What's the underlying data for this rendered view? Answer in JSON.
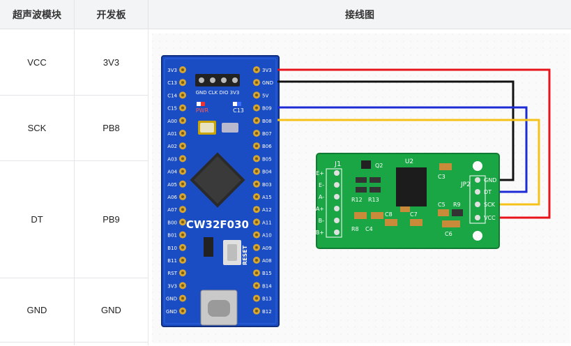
{
  "table": {
    "headers": [
      "超声波模块",
      "开发板",
      "接线图"
    ],
    "rows": [
      {
        "module": "VCC",
        "board": "3V3"
      },
      {
        "module": "SCK",
        "board": "PB8"
      },
      {
        "module": "DT",
        "board": "PB9"
      },
      {
        "module": "GND",
        "board": "GND"
      }
    ]
  },
  "board": {
    "name": "CW32F030",
    "header_pins": "GND CLK DIO 3V3",
    "pwr_label": "PWR",
    "c13_label": "C13",
    "reset_label": "RESET",
    "left_pins": [
      "3V3",
      "C13",
      "C14",
      "C15",
      "A00",
      "A01",
      "A02",
      "A03",
      "A04",
      "A05",
      "A06",
      "A07",
      "B00",
      "B01",
      "B10",
      "B11",
      "RST",
      "3V3",
      "GND",
      "GND"
    ],
    "right_pins": [
      "3V3",
      "GND",
      "5V",
      "B09",
      "B08",
      "B07",
      "B06",
      "B05",
      "B04",
      "B03",
      "A15",
      "A12",
      "A11",
      "A10",
      "A09",
      "A08",
      "B15",
      "B14",
      "B13",
      "B12"
    ]
  },
  "module": {
    "j1": "J1",
    "j1_pins": [
      "E+",
      "E-",
      "A-",
      "A+",
      "B-",
      "B+"
    ],
    "jp2": "JP2",
    "right_pins": [
      "GND",
      "DT",
      "SCK",
      "VCC"
    ],
    "labels": [
      "Q2",
      "U2",
      "C3",
      "R12",
      "R13",
      "C5",
      "R9",
      "R8",
      "C4",
      "C8",
      "C7",
      "C6"
    ]
  },
  "wires": {
    "vcc_color": "#e8141c",
    "gnd_color": "#111111",
    "dt_color": "#1c2bd6",
    "sck_color": "#f5c21a"
  }
}
